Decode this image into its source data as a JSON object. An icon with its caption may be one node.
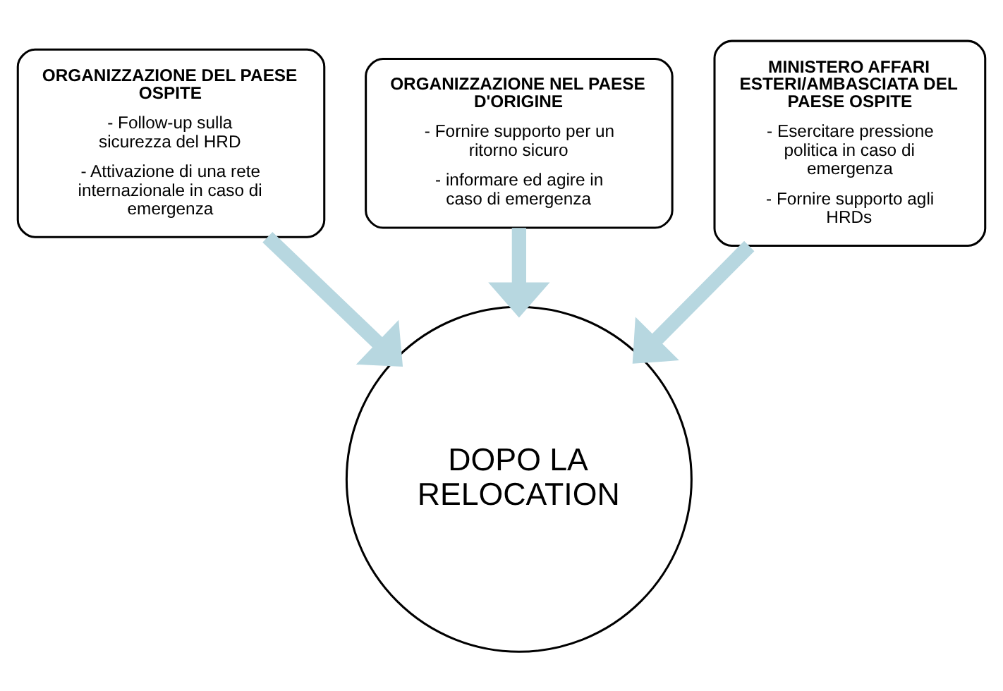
{
  "diagram": {
    "nodes": [
      {
        "text": [
          "ORGANIZZAZIONE DEL PAESE OSPITE",
          "- Follow-up sulla sicurezza del HRD",
          "- Attivazione di una rete internazionale in caso di emergenza"
        ]
      },
      {
        "text": [
          "ORGANIZZAZIONE NEL PAESE D'ORIGINE",
          "- Fornire supporto per un ritorno sicuro",
          "- informare ed agire in caso di emergenza"
        ]
      },
      {
        "text": [
          "MINISTERO AFFARI ESTERI/AMBASCIATA DEL PAESE OSPITE",
          "- Esercitare pressione politica in caso di emergenza",
          "- Fornire supporto agli HRDs"
        ]
      },
      {
        "text": [
          "DOPO LA RELOCATION"
        ]
      }
    ],
    "edges": [
      {
        "from": 0,
        "to": 3,
        "arrow": "to"
      },
      {
        "from": 1,
        "to": 3,
        "arrow": "to"
      },
      {
        "from": 2,
        "to": 3,
        "arrow": "to"
      }
    ]
  }
}
